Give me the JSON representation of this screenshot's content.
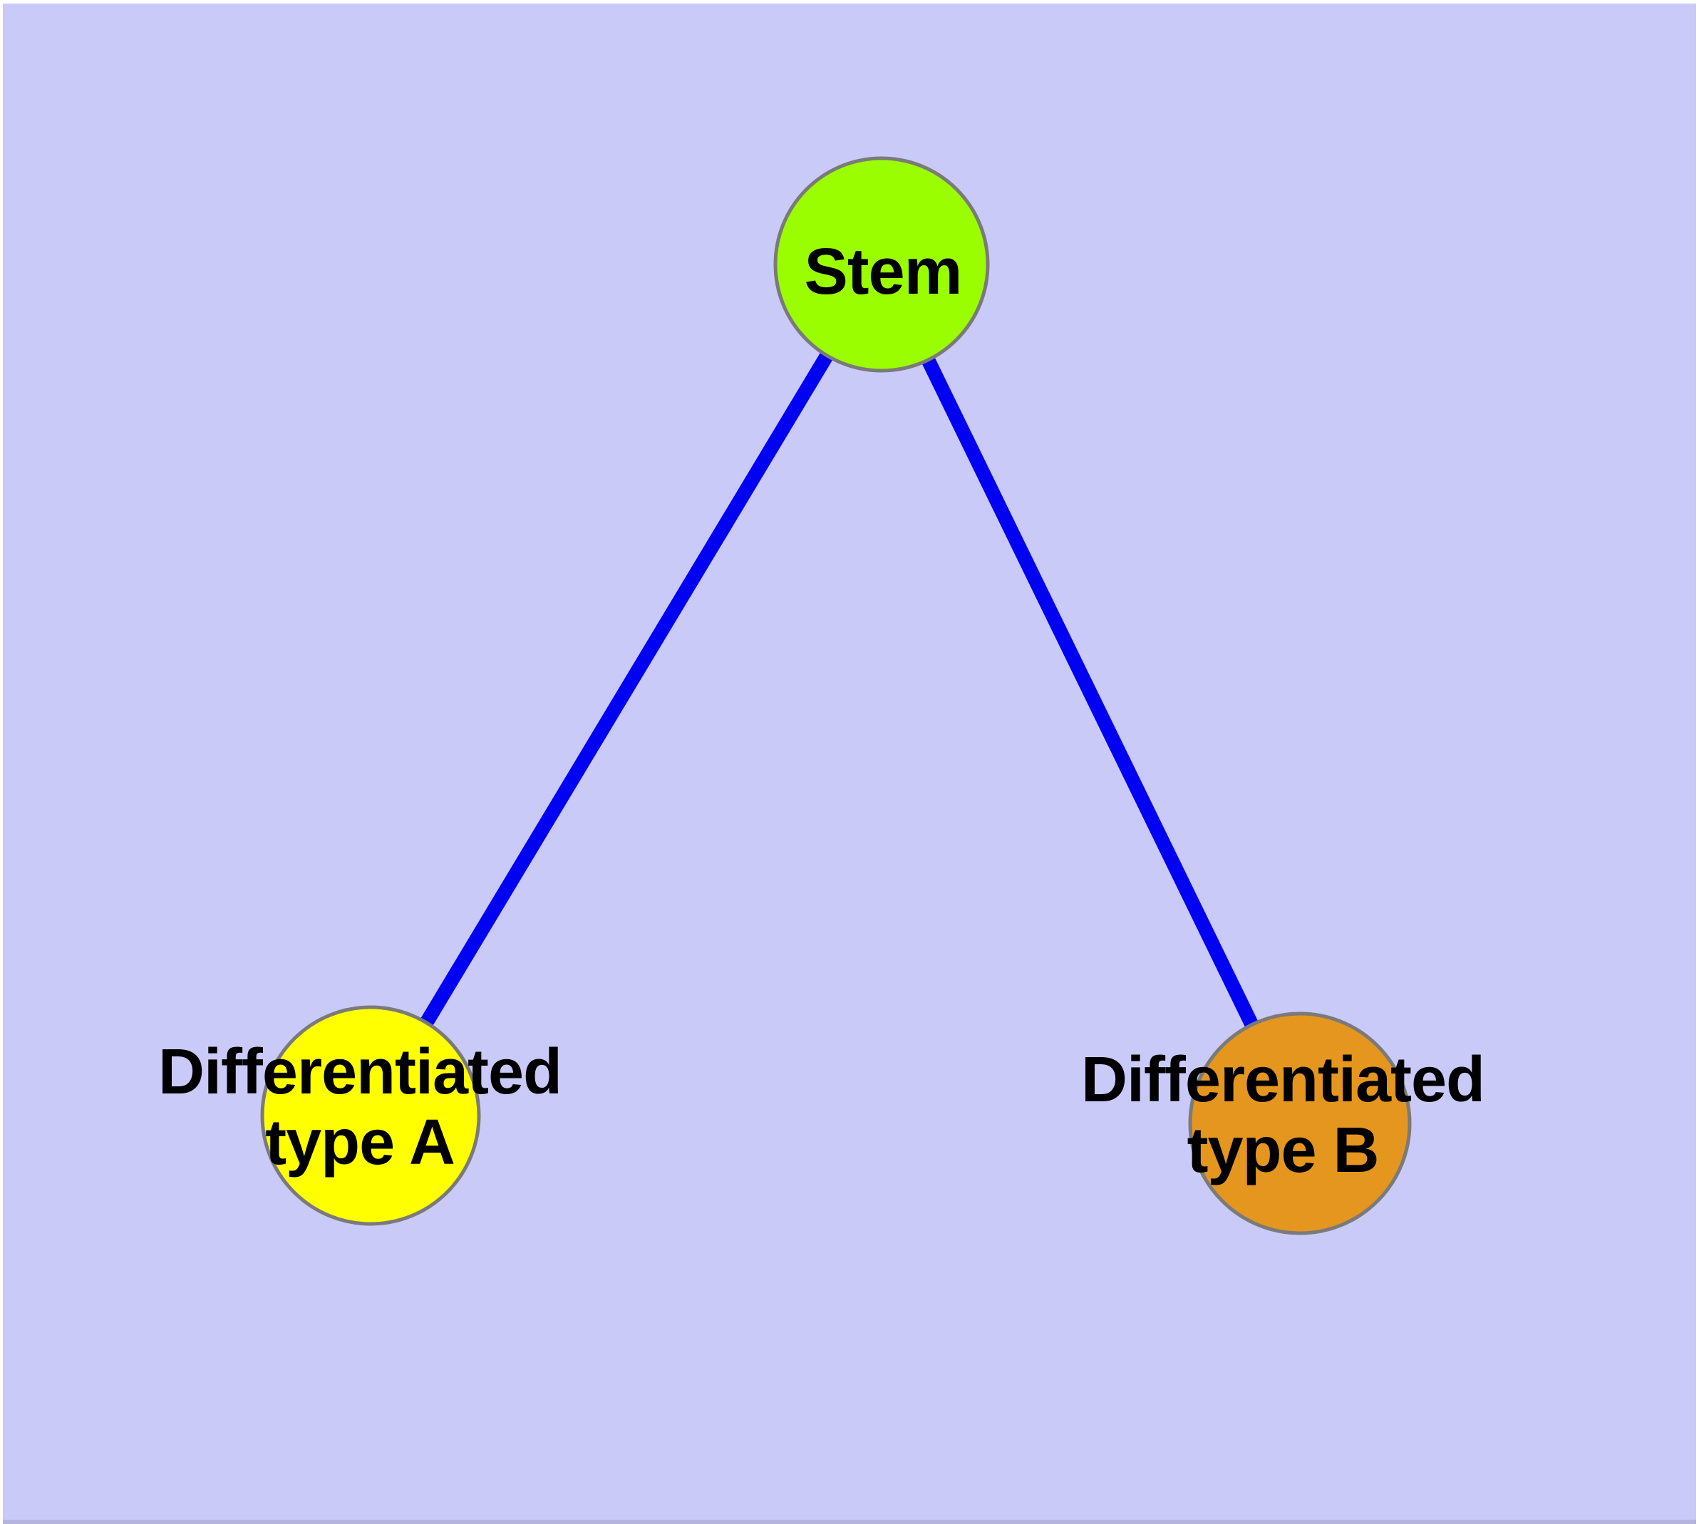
{
  "diagram": {
    "type": "graph",
    "background_color": "#CACAF8",
    "margin_color": "#FFFFFF",
    "bottom_strip_color": "#B4B4DE",
    "edge_color": "#0202F2",
    "node_border_color": "#7A7A7A",
    "label_color": "#000000",
    "nodes": {
      "stem": {
        "label": "Stem",
        "fill": "#9AFE00"
      },
      "type_a": {
        "label_line1": "Differentiated",
        "label_line2": "type A",
        "fill": "#FFFF00"
      },
      "type_b": {
        "label_line1": "Differentiated",
        "label_line2": "type B",
        "fill": "#E5961E"
      }
    },
    "edges": [
      {
        "from": "Stem",
        "to": "Differentiated type A"
      },
      {
        "from": "Stem",
        "to": "Differentiated type B"
      }
    ]
  }
}
